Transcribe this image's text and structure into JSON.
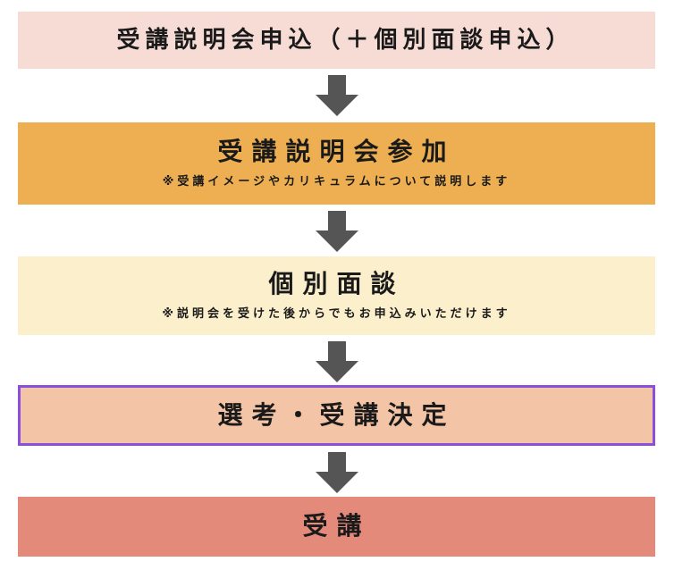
{
  "steps": [
    {
      "title": "受講説明会申込（＋個別面談申込）",
      "note": ""
    },
    {
      "title": "受講説明会参加",
      "note": "※受講イメージやカリキュラムについて説明します"
    },
    {
      "title": "個別面談",
      "note": "※説明会を受けた後からでもお申込みいただけます"
    },
    {
      "title": "選考・受講決定",
      "note": ""
    },
    {
      "title": "受講",
      "note": ""
    }
  ],
  "colors": {
    "step1_bg": "#f7dcd6",
    "step2_bg": "#edaf51",
    "step3_bg": "#fcefcc",
    "step4_bg": "#f4c4a6",
    "step4_border": "#8a4fdc",
    "step5_bg": "#e38a7a",
    "arrow": "#555555"
  },
  "icons": [
    "arrow-down-icon"
  ]
}
